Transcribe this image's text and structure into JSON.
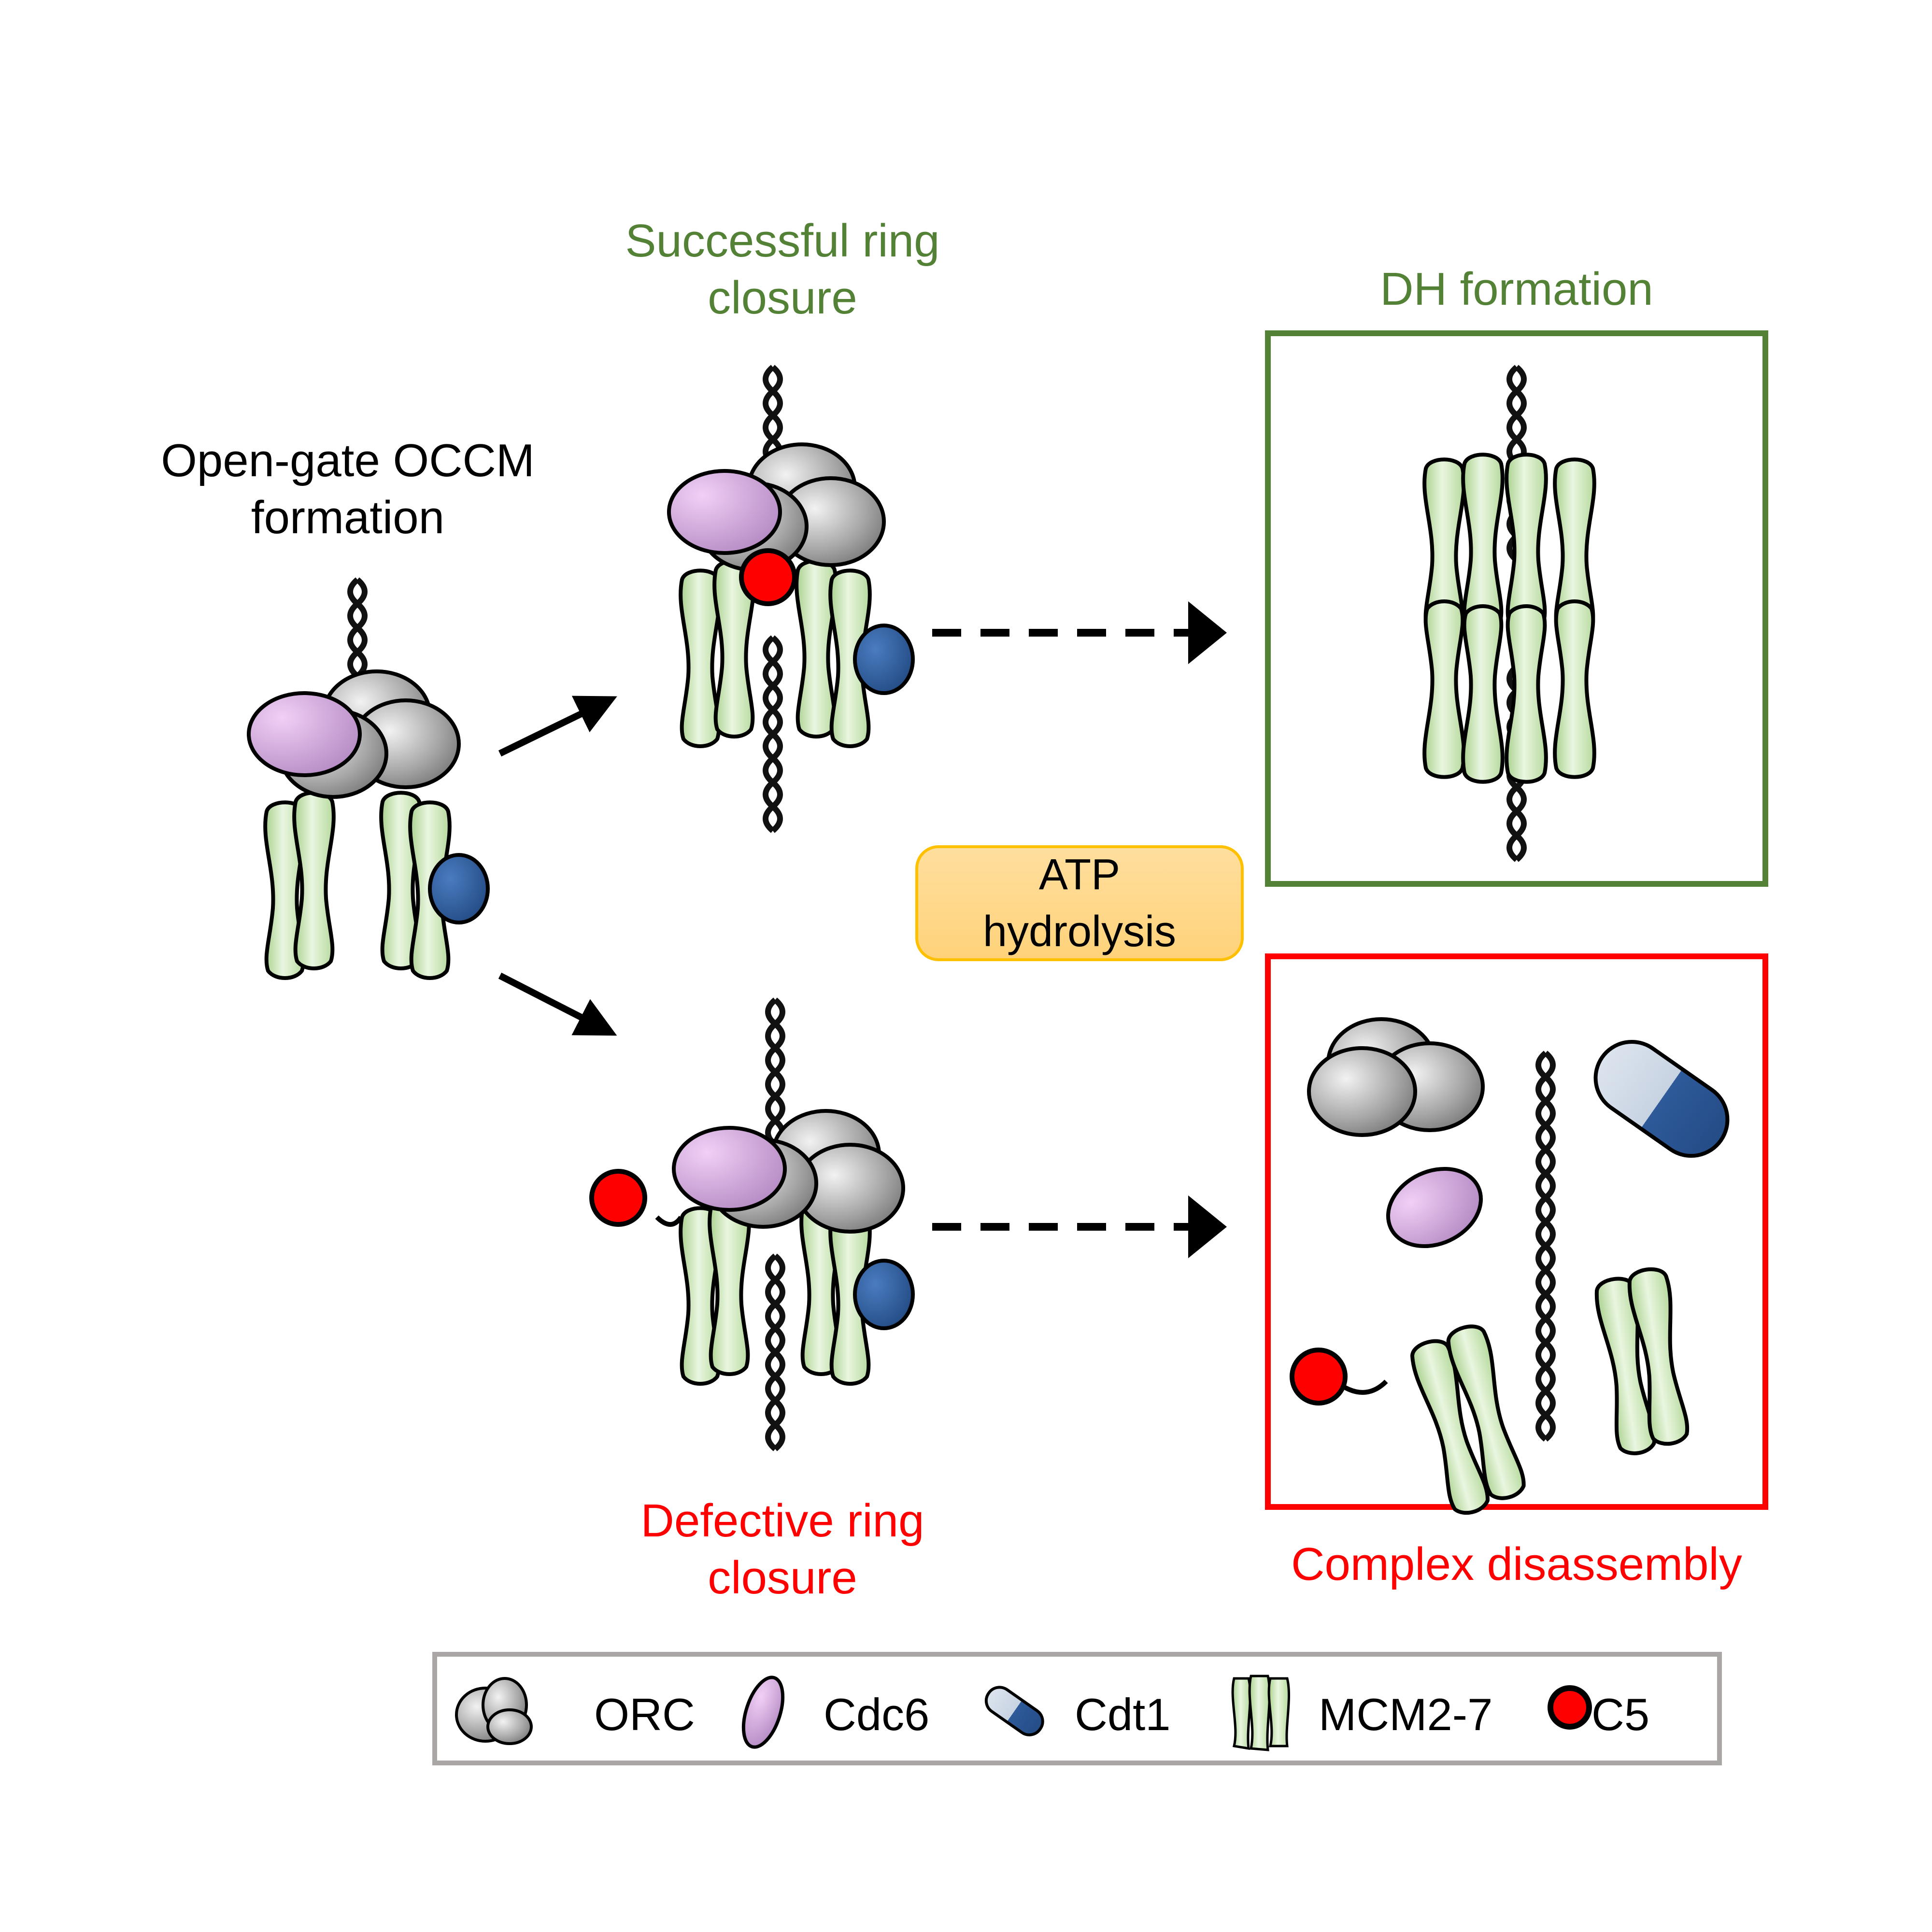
{
  "labels": {
    "open_gate": "Open-gate OCCM\nformation",
    "successful": "Successful ring\nclosure",
    "dh_formation": "DH formation",
    "defective": "Defective ring\nclosure",
    "disassembly": "Complex disassembly",
    "atp": "ATP\nhydrolysis"
  },
  "colors": {
    "success_green": "#538135",
    "failure_red": "#ff0000",
    "atp_fill": "#ffd990",
    "atp_border": "#ffc000",
    "mcm_green": "#c9e6b4",
    "orc_gray": "#a6a6a6",
    "cdc6_purple": "#c9a0d6",
    "cdt1_blue": "#2e5a9a",
    "c5_red": "#ff0000"
  },
  "legend": {
    "items": [
      {
        "icon": "orc-icon",
        "label": "ORC"
      },
      {
        "icon": "cdc6-icon",
        "label": "Cdc6"
      },
      {
        "icon": "cdt1-icon",
        "label": "Cdt1"
      },
      {
        "icon": "mcm-icon",
        "label": "MCM2-7"
      },
      {
        "icon": "c5-icon",
        "label": "C5"
      }
    ]
  }
}
